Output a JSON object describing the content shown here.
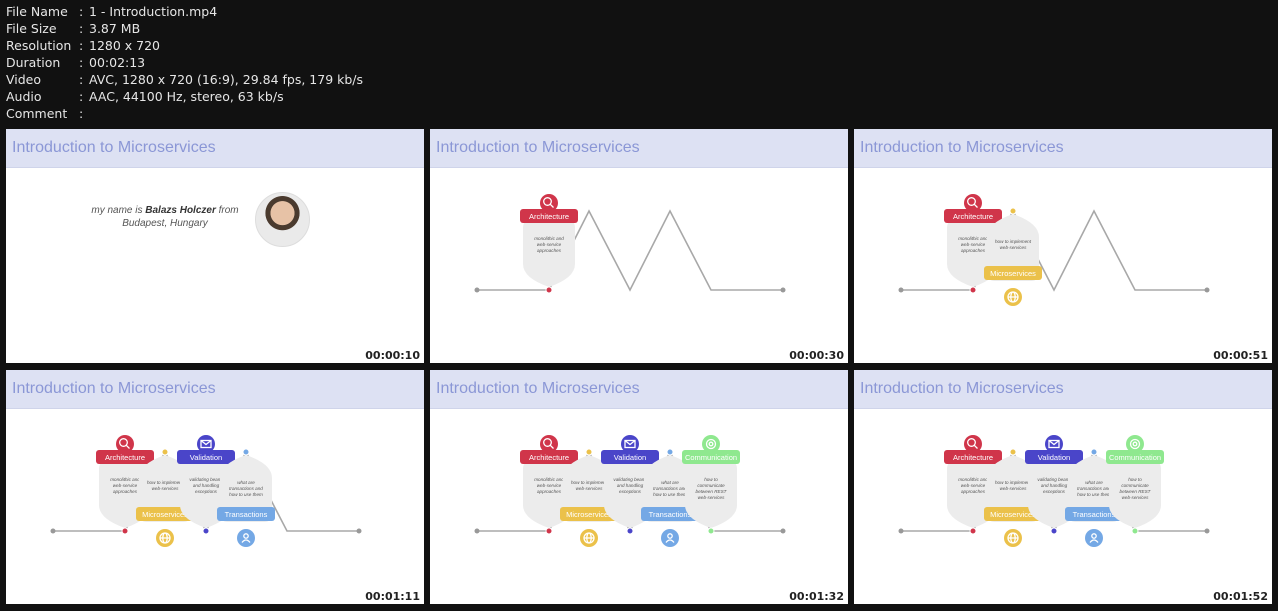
{
  "meta": [
    {
      "key": "File Name",
      "value": "1 - Introduction.mp4"
    },
    {
      "key": "File Size",
      "value": "3.87 MB"
    },
    {
      "key": "Resolution",
      "value": "1280 x 720"
    },
    {
      "key": "Duration",
      "value": "00:02:13"
    },
    {
      "key": "Video",
      "value": "AVC, 1280 x 720 (16:9), 29.84 fps, 179 kb/s"
    },
    {
      "key": "Audio",
      "value": "AAC, 44100 Hz, stereo, 63 kb/s"
    },
    {
      "key": "Comment",
      "value": ""
    }
  ],
  "meta_sep": ":",
  "slide_title": "Introduction to Microservices",
  "intro": {
    "pre": "my name is ",
    "name": "Balazs Holczer",
    "post": " from",
    "line2": "Budapest, Hungary"
  },
  "thumbs": [
    {
      "time": "00:00:10",
      "type": "intro",
      "stage": 0
    },
    {
      "time": "00:00:30",
      "type": "diagram",
      "stage": 1
    },
    {
      "time": "00:00:51",
      "type": "diagram",
      "stage": 2
    },
    {
      "time": "00:01:11",
      "type": "diagram",
      "stage": 4
    },
    {
      "time": "00:01:32",
      "type": "diagram",
      "stage": 5
    },
    {
      "time": "00:01:52",
      "type": "diagram",
      "stage": 5
    }
  ],
  "nodes": [
    {
      "label": "Architecture",
      "color": "#d0354a",
      "pos": "top",
      "icon": "magnifier-icon",
      "desc": [
        "monolithic and",
        "web-service",
        "approaches"
      ]
    },
    {
      "label": "Microservices",
      "color": "#ebc14a",
      "pos": "bottom",
      "icon": "globe-icon",
      "desc": [
        "how to implement",
        "web-services"
      ]
    },
    {
      "label": "Validation",
      "color": "#4a45c9",
      "pos": "top",
      "icon": "envelope-icon",
      "desc": [
        "validating beans",
        "and handling",
        "exceptions"
      ]
    },
    {
      "label": "Transactions",
      "color": "#74a8e5",
      "pos": "bottom",
      "icon": "user-icon",
      "desc": [
        "what are",
        "transactions and",
        "how to use them"
      ]
    },
    {
      "label": "Communication",
      "color": "#8fe88f",
      "pos": "top",
      "icon": "gear-icon",
      "desc": [
        "how to",
        "communicate",
        "between REST",
        "web-services"
      ]
    }
  ]
}
